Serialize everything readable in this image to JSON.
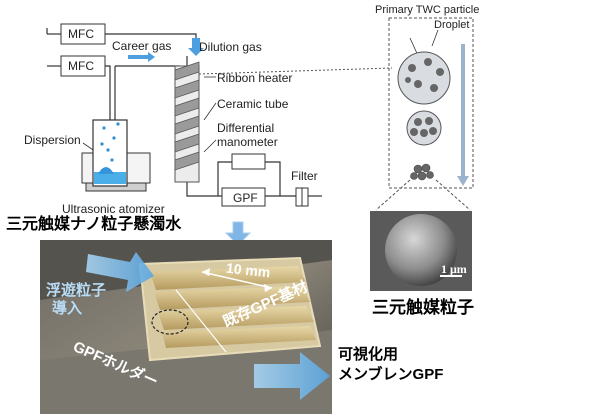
{
  "apparatus": {
    "mfc_top": "MFC",
    "mfc_bottom": "MFC",
    "career_gas": "Career gas",
    "dilution_gas": "Dilution gas",
    "ribbon_heater": "Ribbon heater",
    "ceramic_tube": "Ceramic tube",
    "differential_manometer_line1": "Differential",
    "differential_manometer_line2": "manometer",
    "filter": "Filter",
    "gpf": "GPF",
    "dispersion": "Dispersion",
    "ultrasonic_atomizer": "Ultrasonic atomizer",
    "caption": "三元触媒ナノ粒子懸濁水"
  },
  "particles": {
    "title_line1": "Primary TWC particle",
    "title_line2": "Droplet",
    "sem_scale": "1 μm",
    "caption": "三元触媒粒子"
  },
  "photo": {
    "dimension": "10 mm",
    "injection_line1": "浮遊粒子",
    "injection_line2": "導入",
    "existing_gpf": "既存GPF基材",
    "holder": "GPFホルダー",
    "visual_line1": "可視化用",
    "visual_line2": "メンブレンGPF"
  },
  "colors": {
    "accent_blue": "#3a8fd6",
    "droplet_gray": "#d9dde2",
    "caption_text": "#000000"
  }
}
